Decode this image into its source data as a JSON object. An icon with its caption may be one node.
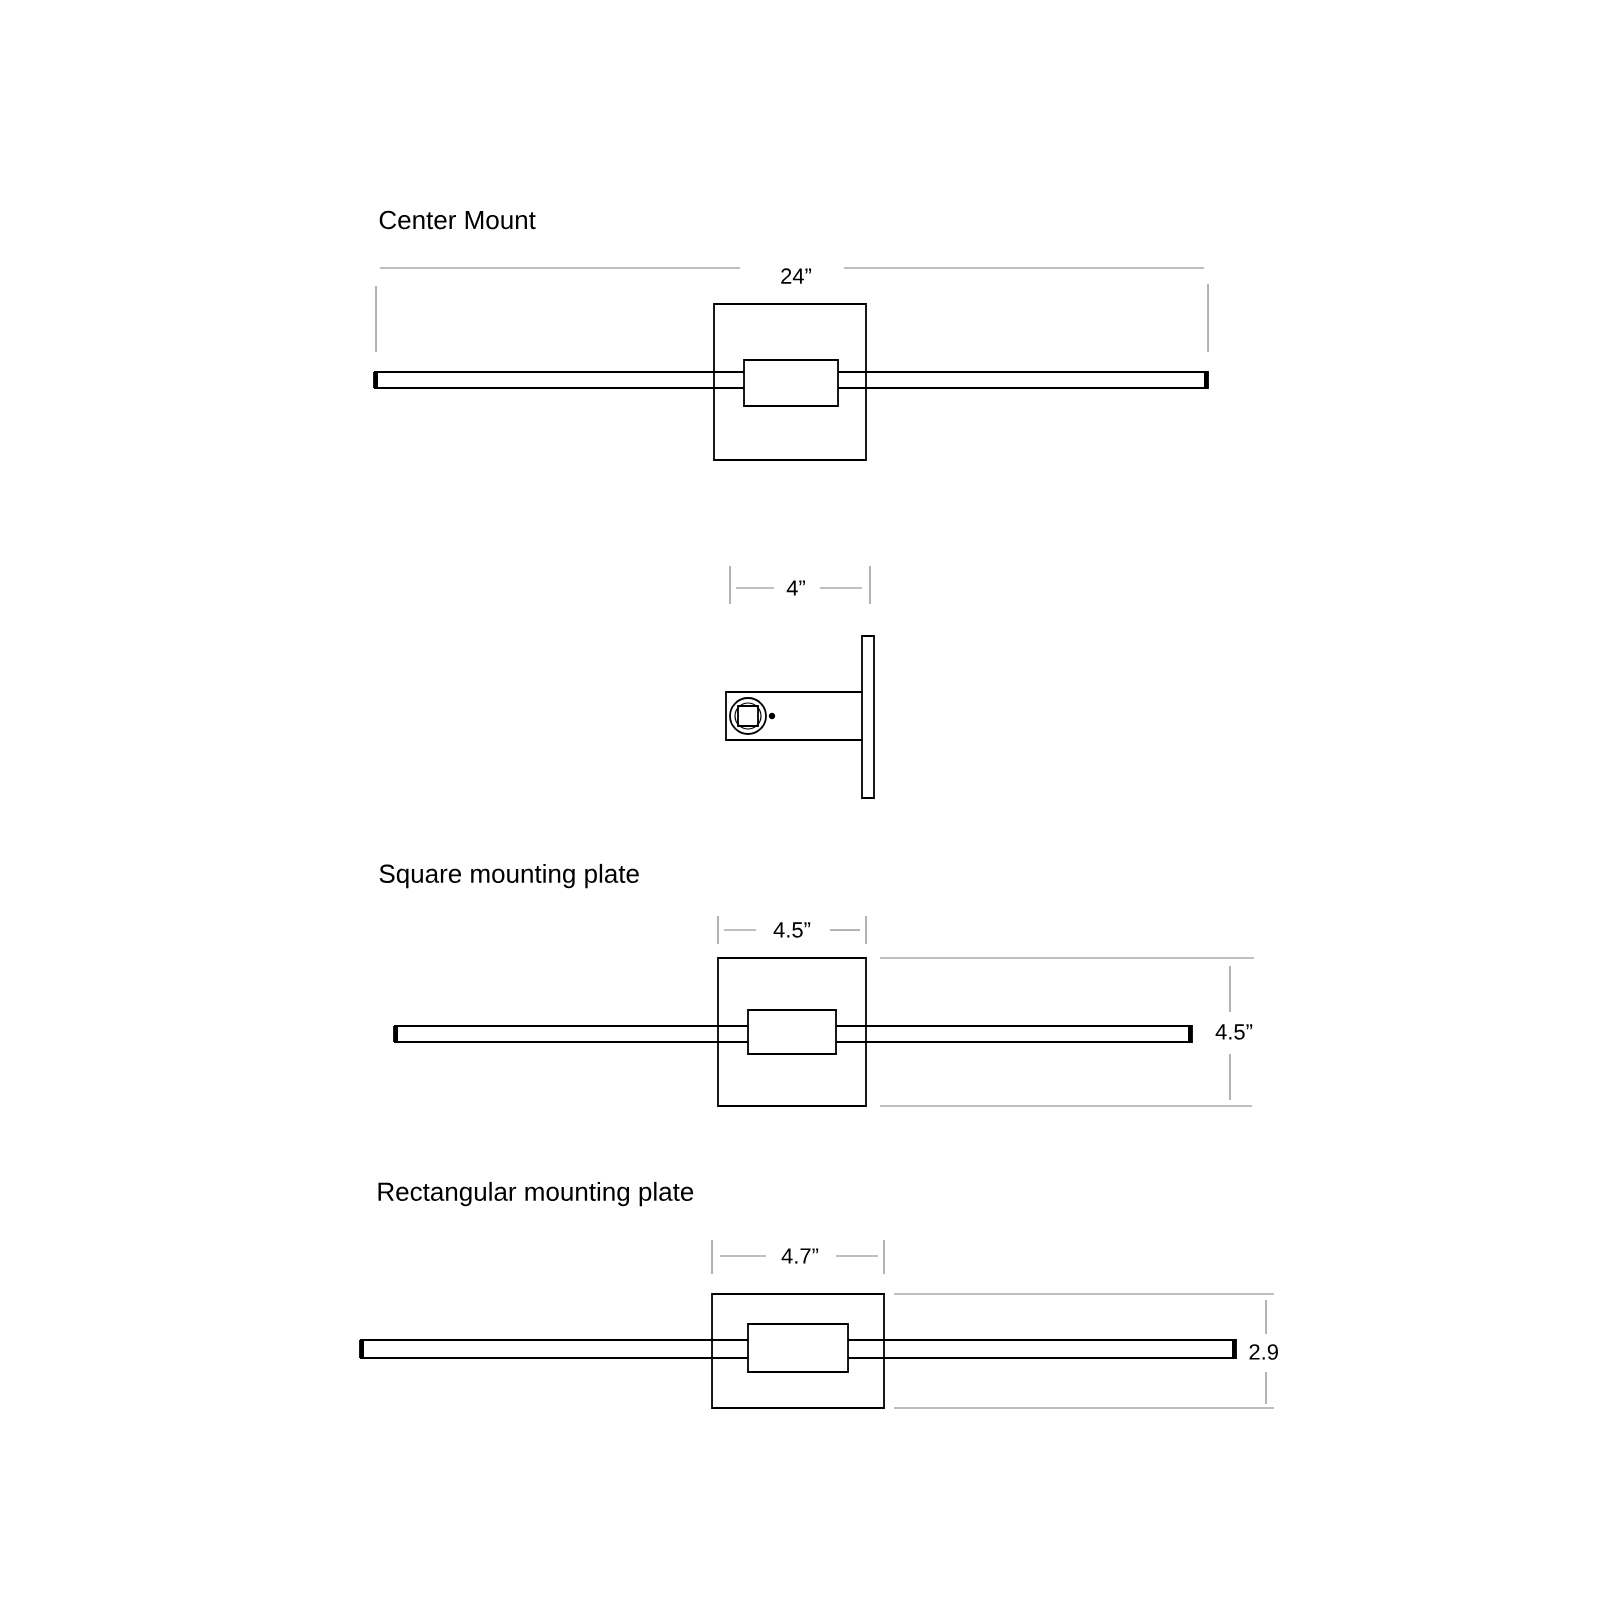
{
  "diagram": {
    "labels": [
      "Center Mount",
      "24”",
      "4”",
      "Square mounting plate",
      "4.5”",
      "4.5”",
      "Rectangular mounting plate",
      "4.7”",
      "2.9"
    ]
  }
}
